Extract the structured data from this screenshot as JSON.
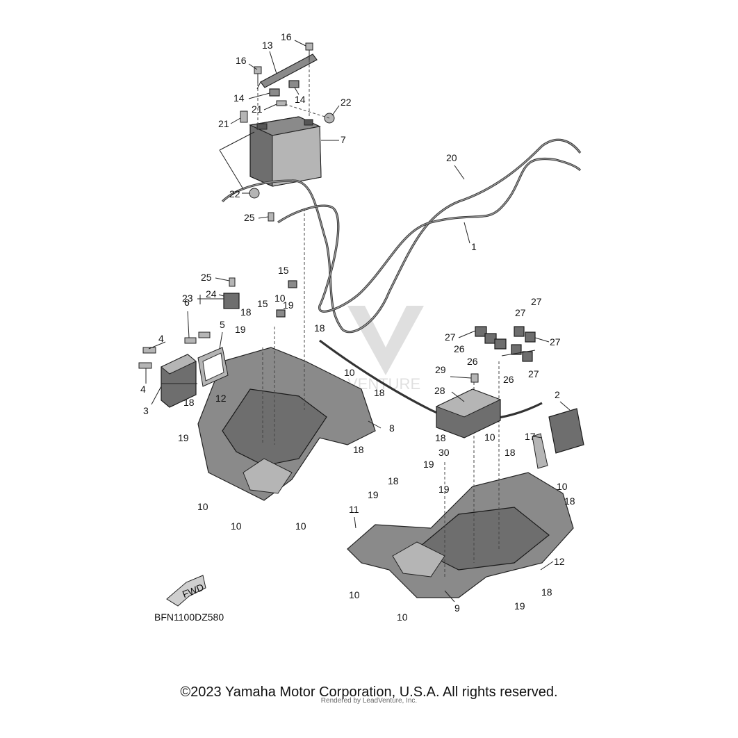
{
  "diagram": {
    "code": "BFN1100DZ580",
    "fwd_label": "FWD",
    "callouts": [
      {
        "id": "c1",
        "text": "1"
      },
      {
        "id": "c2",
        "text": "2"
      },
      {
        "id": "c3",
        "text": "3"
      },
      {
        "id": "c4a",
        "text": "4"
      },
      {
        "id": "c4b",
        "text": "4"
      },
      {
        "id": "c5",
        "text": "5"
      },
      {
        "id": "c6",
        "text": "6"
      },
      {
        "id": "c7",
        "text": "7"
      },
      {
        "id": "c8",
        "text": "8"
      },
      {
        "id": "c9",
        "text": "9"
      },
      {
        "id": "c10a",
        "text": "10"
      },
      {
        "id": "c10b",
        "text": "10"
      },
      {
        "id": "c10c",
        "text": "10"
      },
      {
        "id": "c10d",
        "text": "10"
      },
      {
        "id": "c10e",
        "text": "10"
      },
      {
        "id": "c10f",
        "text": "10"
      },
      {
        "id": "c10g",
        "text": "10"
      },
      {
        "id": "c10h",
        "text": "10"
      },
      {
        "id": "c10i",
        "text": "10"
      },
      {
        "id": "c10j",
        "text": "10"
      },
      {
        "id": "c11",
        "text": "11"
      },
      {
        "id": "c12a",
        "text": "12"
      },
      {
        "id": "c12b",
        "text": "12"
      },
      {
        "id": "c13",
        "text": "13"
      },
      {
        "id": "c14a",
        "text": "14"
      },
      {
        "id": "c14b",
        "text": "14"
      },
      {
        "id": "c15a",
        "text": "15"
      },
      {
        "id": "c15b",
        "text": "15"
      },
      {
        "id": "c16a",
        "text": "16"
      },
      {
        "id": "c16b",
        "text": "16"
      },
      {
        "id": "c17",
        "text": "17"
      },
      {
        "id": "c18a",
        "text": "18"
      },
      {
        "id": "c18b",
        "text": "18"
      },
      {
        "id": "c18c",
        "text": "18"
      },
      {
        "id": "c18d",
        "text": "18"
      },
      {
        "id": "c18e",
        "text": "18"
      },
      {
        "id": "c18f",
        "text": "18"
      },
      {
        "id": "c18g",
        "text": "18"
      },
      {
        "id": "c18h",
        "text": "18"
      },
      {
        "id": "c18i",
        "text": "18"
      },
      {
        "id": "c18j",
        "text": "18"
      },
      {
        "id": "c19a",
        "text": "19"
      },
      {
        "id": "c19b",
        "text": "19"
      },
      {
        "id": "c19c",
        "text": "19"
      },
      {
        "id": "c19d",
        "text": "19"
      },
      {
        "id": "c19e",
        "text": "19"
      },
      {
        "id": "c19f",
        "text": "19"
      },
      {
        "id": "c19g",
        "text": "19"
      },
      {
        "id": "c20",
        "text": "20"
      },
      {
        "id": "c21a",
        "text": "21"
      },
      {
        "id": "c21b",
        "text": "21"
      },
      {
        "id": "c22a",
        "text": "22"
      },
      {
        "id": "c22b",
        "text": "22"
      },
      {
        "id": "c23",
        "text": "23"
      },
      {
        "id": "c24",
        "text": "24"
      },
      {
        "id": "c25a",
        "text": "25"
      },
      {
        "id": "c25b",
        "text": "25"
      },
      {
        "id": "c26a",
        "text": "26"
      },
      {
        "id": "c26b",
        "text": "26"
      },
      {
        "id": "c26c",
        "text": "26"
      },
      {
        "id": "c27a",
        "text": "27"
      },
      {
        "id": "c27b",
        "text": "27"
      },
      {
        "id": "c27c",
        "text": "27"
      },
      {
        "id": "c27d",
        "text": "27"
      },
      {
        "id": "c27e",
        "text": "27"
      },
      {
        "id": "c28",
        "text": "28"
      },
      {
        "id": "c29",
        "text": "29"
      },
      {
        "id": "c30",
        "text": "30"
      }
    ]
  },
  "footer": {
    "copyright": "©2023 Yamaha Motor Corporation, U.S.A. All rights reserved.",
    "rendered_by": "Rendered by LeadVenture, Inc."
  },
  "watermark": {
    "text": "VENTURE"
  }
}
